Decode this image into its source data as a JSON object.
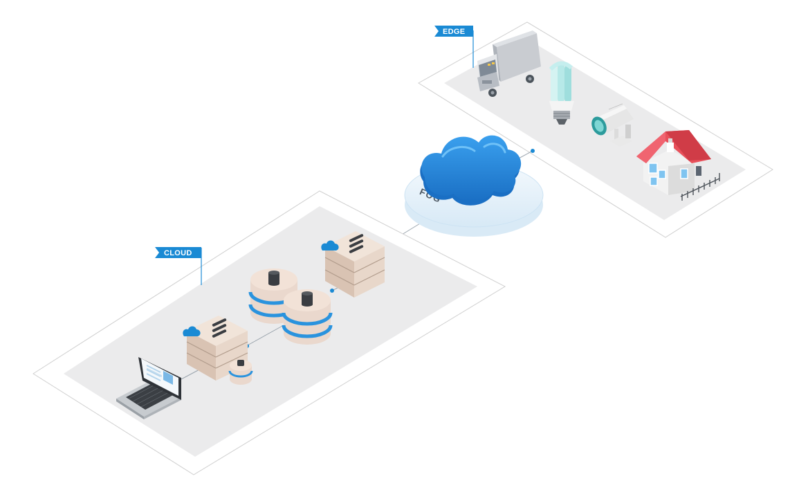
{
  "labels": {
    "edge": "EDGE",
    "fog": "FOG",
    "cloud": "CLOUD"
  },
  "colors": {
    "accent_blue": "#1a8ad4",
    "cloud_blue": "#2a8ee0",
    "platform_gray": "#ebebec",
    "server_beige": "#e9d8cc",
    "roof_red": "#e8505a"
  },
  "zones": [
    {
      "id": "edge",
      "items": [
        "truck-icon",
        "light-bulb-icon",
        "security-camera-icon",
        "house-icon"
      ]
    },
    {
      "id": "fog",
      "items": [
        "fog-cloud-icon"
      ]
    },
    {
      "id": "cloud",
      "items": [
        "laptop-icon",
        "server-icon",
        "database-icon"
      ]
    }
  ]
}
